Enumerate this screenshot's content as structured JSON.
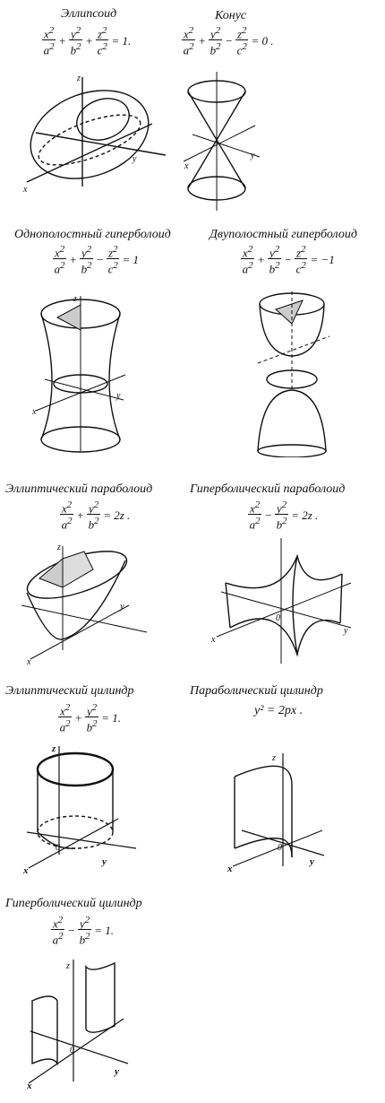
{
  "surfaces": [
    {
      "id": "ellipsoid",
      "title": "Эллипсоид",
      "eq": {
        "t1": "x",
        "t1d": "a",
        "s1": "+",
        "t2": "y",
        "t2d": "b",
        "s2": "+",
        "t3": "z",
        "t3d": "c",
        "rhs": "= 1."
      }
    },
    {
      "id": "cone",
      "title": "Конус",
      "eq": {
        "t1": "x",
        "t1d": "a",
        "s1": "+",
        "t2": "y",
        "t2d": "b",
        "s2": "−",
        "t3": "z",
        "t3d": "c",
        "rhs": "= 0 ."
      }
    },
    {
      "id": "hyperboloid1",
      "title": "Однополостный гиперболоид",
      "eq": {
        "t1": "x",
        "t1d": "a",
        "s1": "+",
        "t2": "y",
        "t2d": "b",
        "s2": "−",
        "t3": "z",
        "t3d": "c",
        "rhs": "= 1"
      }
    },
    {
      "id": "hyperboloid2",
      "title": "Двуполостный гиперболоид",
      "eq": {
        "t1": "x",
        "t1d": "a",
        "s1": "+",
        "t2": "y",
        "t2d": "b",
        "s2": "−",
        "t3": "z",
        "t3d": "c",
        "rhs": "= −1"
      }
    },
    {
      "id": "ellparaboloid",
      "title": "Эллиптический параболоид",
      "eq": {
        "t1": "x",
        "t1d": "a",
        "s1": "+",
        "t2": "y",
        "t2d": "b",
        "rhs": "= 2z ."
      }
    },
    {
      "id": "hypparaboloid",
      "title": "Гиперболический параболоид",
      "eq": {
        "t1": "x",
        "t1d": "a",
        "s1": "−",
        "t2": "y",
        "t2d": "b",
        "rhs": "= 2z ."
      }
    },
    {
      "id": "ellcylinder",
      "title": "Эллиптический цилиндр",
      "eq": {
        "t1": "x",
        "t1d": "a",
        "s1": "+",
        "t2": "y",
        "t2d": "b",
        "rhs": "= 1."
      }
    },
    {
      "id": "parcylinder",
      "title": "Параболический цилиндр",
      "eq_text": "y² = 2px ."
    },
    {
      "id": "hypcylinder",
      "title": "Гиперболический цилиндр",
      "eq": {
        "t1": "x",
        "t1d": "a",
        "s1": "−",
        "t2": "y",
        "t2d": "b",
        "rhs": "= 1."
      }
    }
  ],
  "labels": {
    "x": "x",
    "y": "y",
    "z": "z",
    "o": "0",
    "sup": "2"
  }
}
